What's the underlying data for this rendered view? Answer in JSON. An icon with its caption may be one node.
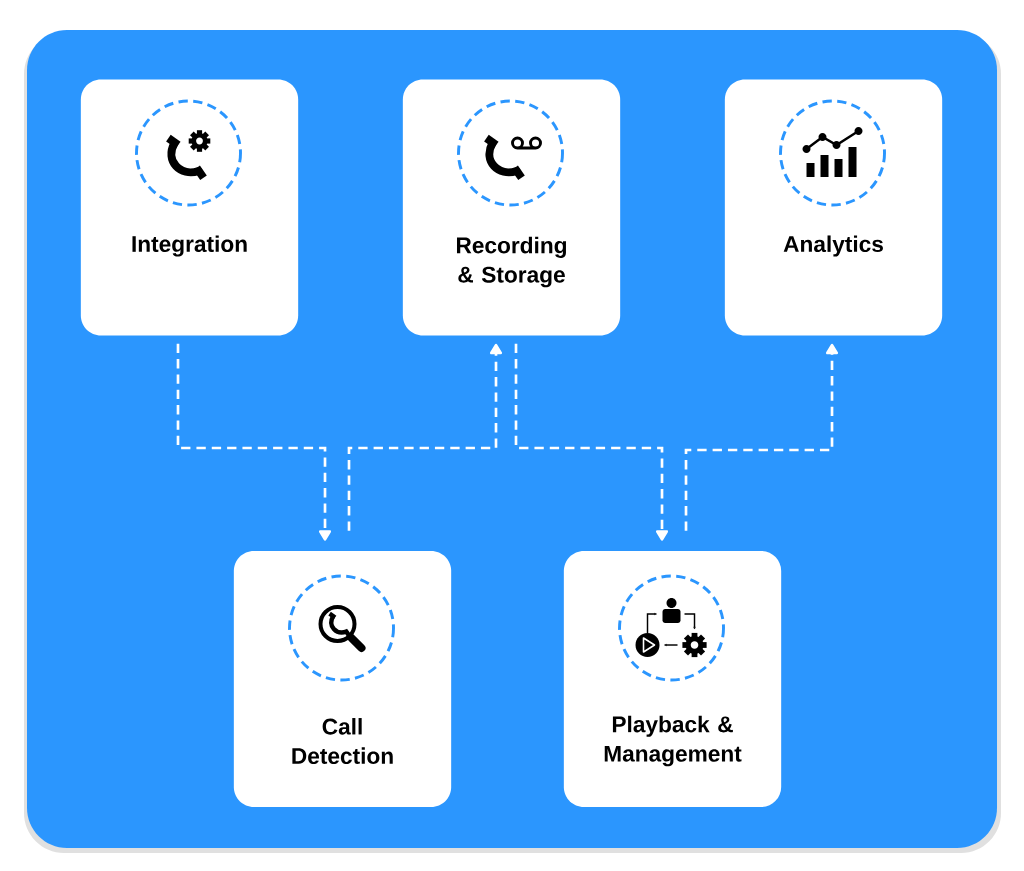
{
  "diagram": {
    "nodes": [
      {
        "text": [
          "Integration"
        ]
      },
      {
        "text": [
          "Recording & Storage"
        ]
      },
      {
        "text": [
          "Analytics"
        ]
      },
      {
        "text": [
          "Call Detection"
        ]
      },
      {
        "text": [
          "Playback & Management"
        ]
      }
    ],
    "edges": [
      {
        "from": 0,
        "to": 3,
        "arrow": "to",
        "style": "dashed"
      },
      {
        "from": 3,
        "to": 1,
        "arrow": "to",
        "style": "dashed"
      },
      {
        "from": 1,
        "to": 4,
        "arrow": "to",
        "style": "dashed"
      },
      {
        "from": 4,
        "to": 2,
        "arrow": "to",
        "style": "dashed"
      }
    ]
  }
}
